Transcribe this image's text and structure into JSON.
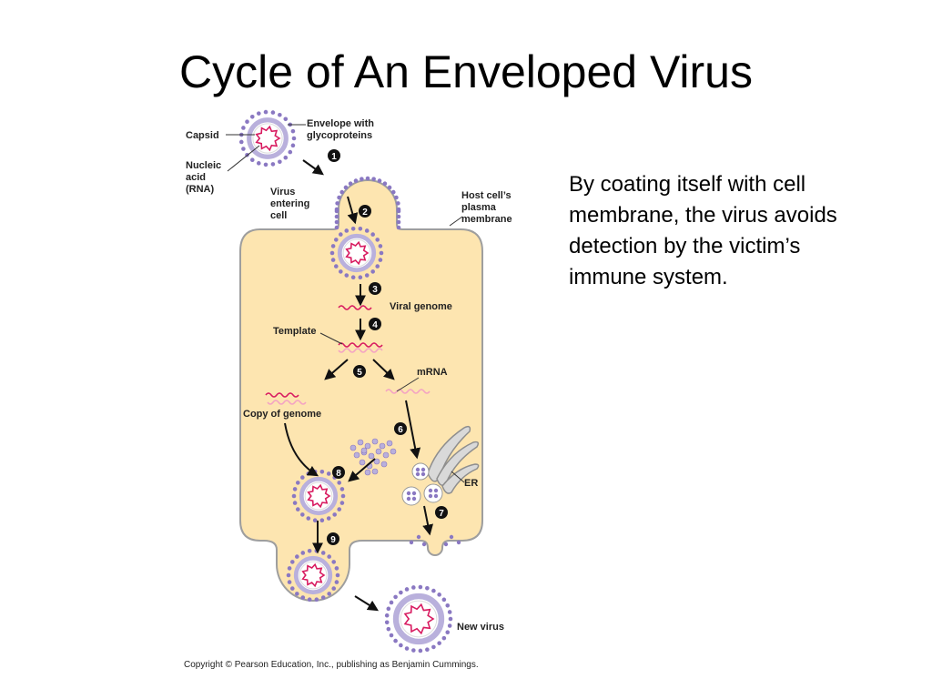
{
  "title": "Cycle of An Enveloped Virus",
  "description": "By coating itself with cell membrane, the virus avoids detection by the victim’s immune system.",
  "diagram": {
    "labels": {
      "capsid": "Capsid",
      "envelope_line1": "Envelope with",
      "envelope_line2": "glycoproteins",
      "nucleic_line1": "Nucleic",
      "nucleic_line2": "acid",
      "nucleic_line3": "(RNA)",
      "virus_entering_line1": "Virus",
      "virus_entering_line2": "entering",
      "virus_entering_line3": "cell",
      "host_line1": "Host cell’s",
      "host_line2": "plasma",
      "host_line3": "membrane",
      "viral_genome": "Viral genome",
      "template": "Template",
      "mrna": "mRNA",
      "copy_of_genome": "Copy of genome",
      "er": "ER",
      "new_virus": "New virus"
    },
    "steps": [
      "1",
      "2",
      "3",
      "4",
      "5",
      "6",
      "7",
      "8",
      "9"
    ]
  },
  "copyright": "Copyright © Pearson Education, Inc., publishing as Benjamin Cummings.",
  "colors": {
    "cell_fill": "#fde5b0",
    "envelope_dots": "#8a78c2",
    "rna": "#d81b60",
    "capsid_ring": "#b9b0dc"
  }
}
